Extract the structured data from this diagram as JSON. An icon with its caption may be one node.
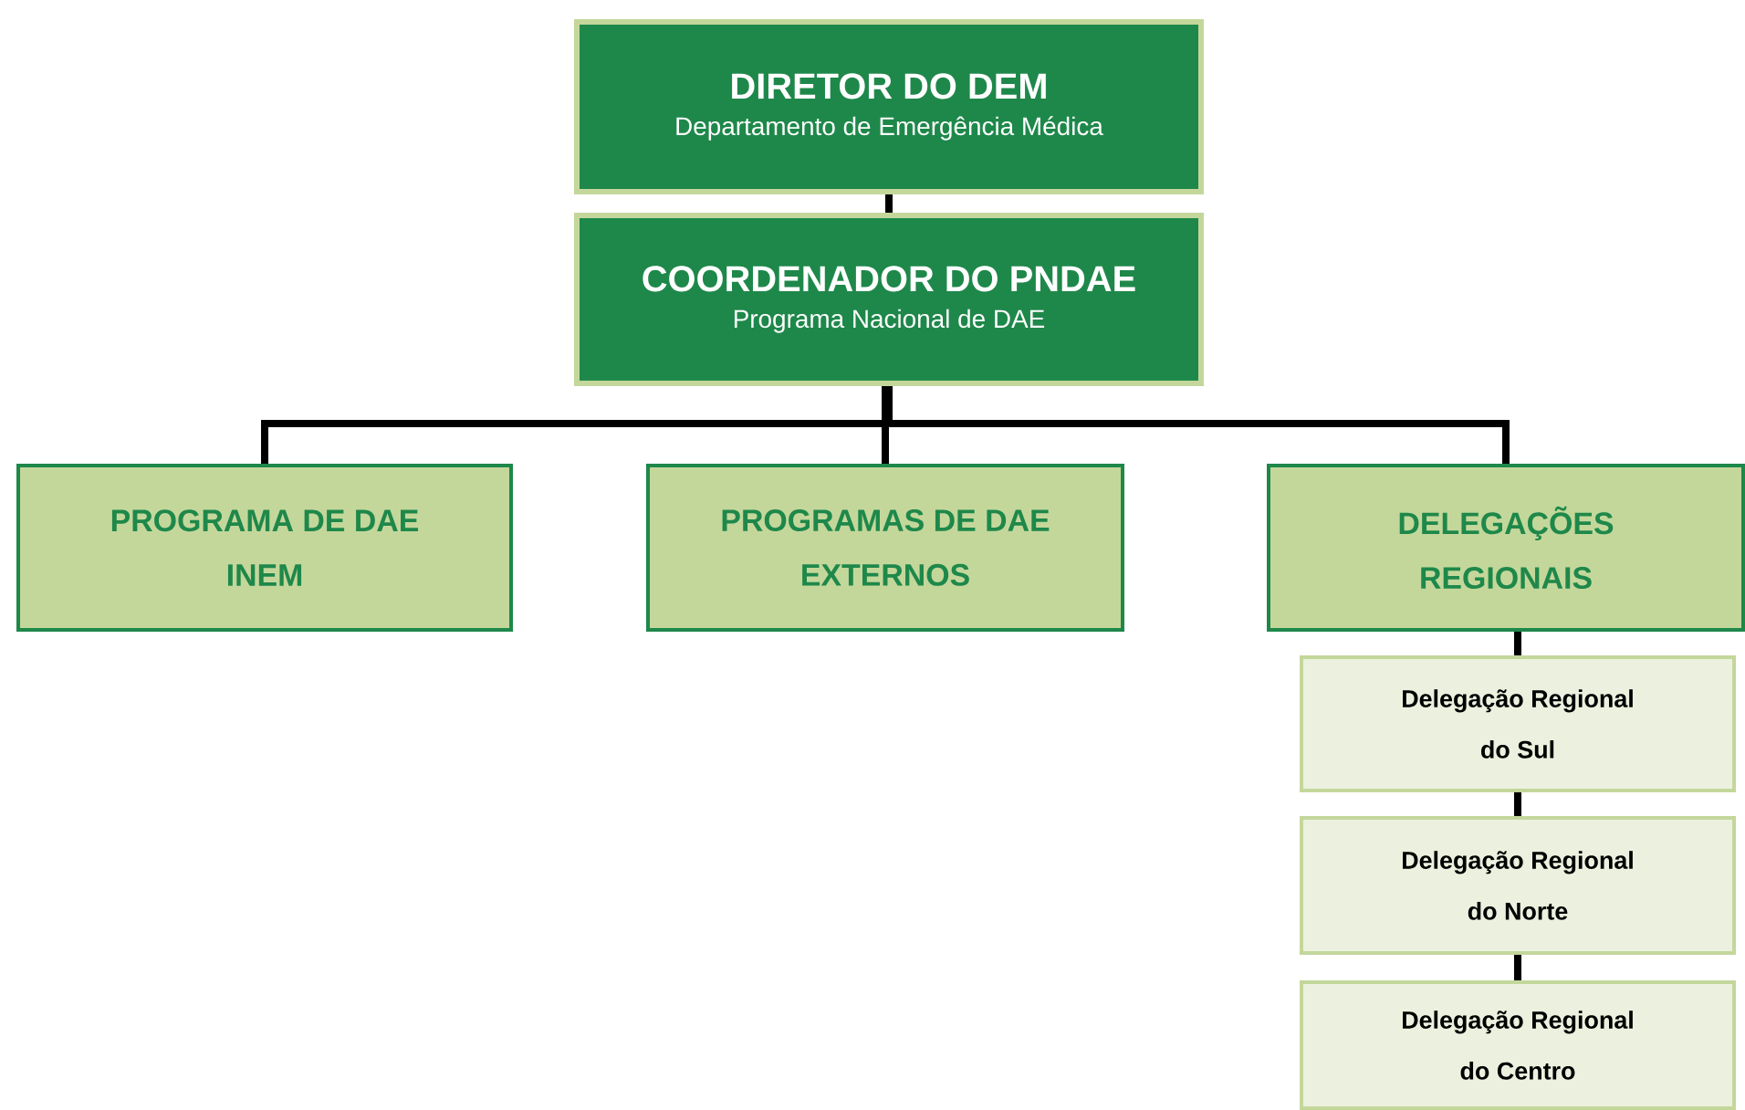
{
  "diagram": {
    "nodes": [
      {
        "text": [
          "DIRETOR DO DEM",
          "Departamento de Emergência Médica"
        ]
      },
      {
        "text": [
          "COORDENADOR DO PNDAE",
          "Programa Nacional de DAE"
        ]
      },
      {
        "text": [
          "PROGRAMA DE DAE INEM"
        ]
      },
      {
        "text": [
          "PROGRAMAS DE DAE EXTERNOS"
        ]
      },
      {
        "text": [
          "DELEGAÇÕES REGIONAIS"
        ]
      },
      {
        "text": [
          "Delegação Regional do Sul"
        ]
      },
      {
        "text": [
          "Delegação Regional do Norte"
        ]
      },
      {
        "text": [
          "Delegação Regional do Centro"
        ]
      }
    ],
    "edges": [
      {
        "from": 0,
        "to": 1,
        "arrow": "none"
      },
      {
        "from": 1,
        "to": 2,
        "arrow": "none"
      },
      {
        "from": 1,
        "to": 3,
        "arrow": "none"
      },
      {
        "from": 1,
        "to": 4,
        "arrow": "none"
      },
      {
        "from": 4,
        "to": 5,
        "arrow": "none"
      },
      {
        "from": 5,
        "to": 6,
        "arrow": "none"
      },
      {
        "from": 6,
        "to": 7,
        "arrow": "none"
      }
    ]
  }
}
